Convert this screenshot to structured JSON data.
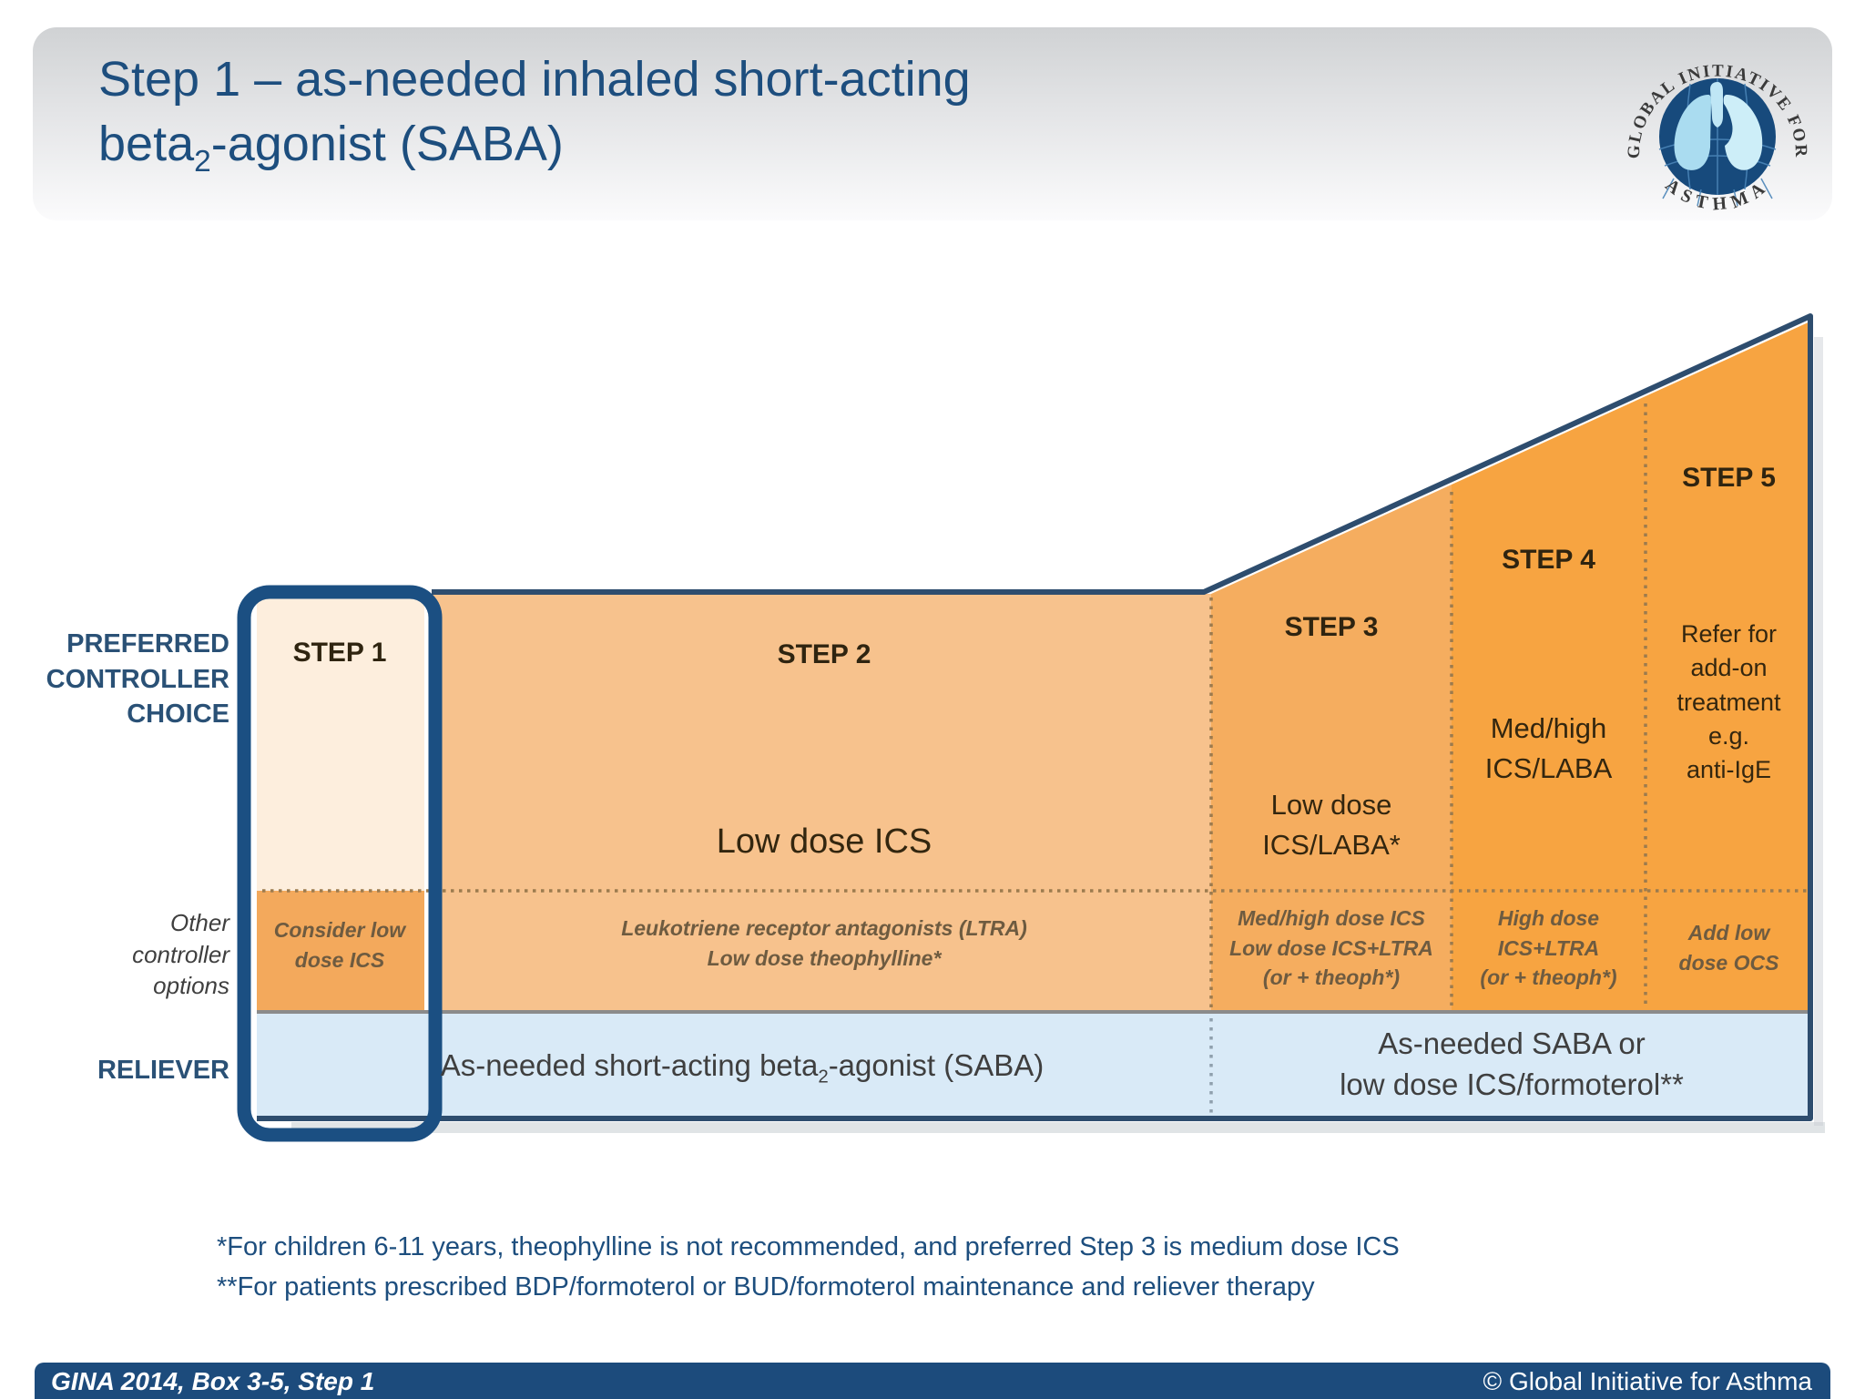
{
  "slide": {
    "title_line1": "Step 1 – as-needed inhaled short-acting",
    "title_line2_pre": "beta",
    "title_line2_sub": "2",
    "title_line2_post": "-agonist (SABA)"
  },
  "logo": {
    "arc_top": "GLOBAL INITIATIVE FOR",
    "arc_bottom": "ASTHMA"
  },
  "row_labels": {
    "preferred_1": "PREFERRED",
    "preferred_2": "CONTROLLER",
    "preferred_3": "CHOICE",
    "other_1": "Other",
    "other_2": "controller",
    "other_3": "options",
    "reliever": "RELIEVER"
  },
  "steps": {
    "step1": {
      "label": "STEP 1",
      "other_1": "Consider low",
      "other_2": "dose ICS"
    },
    "step2": {
      "label": "STEP 2",
      "preferred": "Low dose ICS",
      "other_1": "Leukotriene receptor antagonists (LTRA)",
      "other_2": "Low dose theophylline*"
    },
    "step3": {
      "label": "STEP 3",
      "preferred_1": "Low dose",
      "preferred_2": "ICS/LABA*",
      "other_1": "Med/high dose ICS",
      "other_2": "Low dose ICS+LTRA",
      "other_3": "(or + theoph*)"
    },
    "step4": {
      "label": "STEP 4",
      "preferred_1": "Med/high",
      "preferred_2": "ICS/LABA",
      "other_1": "High dose",
      "other_2": "ICS+LTRA",
      "other_3": "(or + theoph*)"
    },
    "step5": {
      "label": "STEP 5",
      "preferred_1": "Refer for",
      "preferred_2": "add-on",
      "preferred_3": "treatment",
      "preferred_4": "e.g.",
      "preferred_5": "anti-IgE",
      "other_1": "Add low",
      "other_2": "dose OCS"
    }
  },
  "reliever": {
    "left_pre": "As-needed short-acting beta",
    "left_sub": "2",
    "left_post": "-agonist (SABA)",
    "right_line1": "As-needed SABA or",
    "right_line2": "low dose ICS/formoterol**"
  },
  "footnotes": {
    "line1": "*For children 6-11 years, theophylline is not recommended, and preferred Step 3 is medium dose ICS",
    "line2": "**For patients prescribed BDP/formoterol or BUD/formoterol maintenance and reliever therapy"
  },
  "footer": {
    "left": "GINA 2014, Box 3-5, Step 1",
    "right": "© Global Initiative for Asthma"
  },
  "colors": {
    "title_navy": "#1d4e7e",
    "footer_bar": "#1c4b7c",
    "outline_navy": "#2e4d6e",
    "step1_box_border": "#1b4f82",
    "step1_fill": "#fdeedd",
    "step1_other_fill": "#f3a95c",
    "step2_fill": "#f7c28d",
    "step3_fill": "#f5ad5f",
    "step45_fill": "#f7a441",
    "reliever_fill": "#d9eaf7",
    "dotted_line": "#9c7b4e",
    "step_text": "#2f2410",
    "other_text": "#6e5b40"
  }
}
